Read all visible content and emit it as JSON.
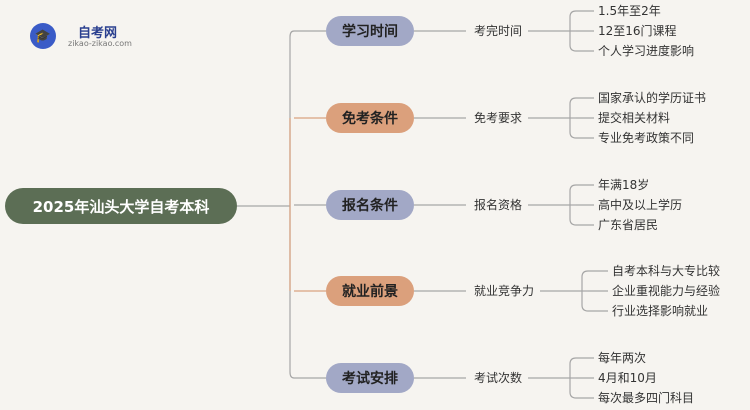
{
  "logo": {
    "icon_name": "graduation-cap-icon",
    "title": "自考网",
    "url_text": "zikao-zikao.com"
  },
  "root": {
    "label": "2025年汕头大学自考本科"
  },
  "colors": {
    "root": "#5c6e55",
    "category_blue": "#a2a8c6",
    "category_orange": "#dba07c",
    "line_gray": "#a6a6a6",
    "line_orange": "#d9a27f"
  },
  "branches": [
    {
      "label": "学习时间",
      "style": "blue",
      "sub": "考完时间",
      "leaves": [
        "1.5年至2年",
        "12至16门课程",
        "个人学习进度影响"
      ]
    },
    {
      "label": "免考条件",
      "style": "orange",
      "sub": "免考要求",
      "leaves": [
        "国家承认的学历证书",
        "提交相关材料",
        "专业免考政策不同"
      ]
    },
    {
      "label": "报名条件",
      "style": "blue",
      "sub": "报名资格",
      "leaves": [
        "年满18岁",
        "高中及以上学历",
        "广东省居民"
      ]
    },
    {
      "label": "就业前景",
      "style": "orange",
      "sub": "就业竞争力",
      "leaves": [
        "自考本科与大专比较",
        "企业重视能力与经验",
        "行业选择影响就业"
      ]
    },
    {
      "label": "考试安排",
      "style": "blue",
      "sub": "考试次数",
      "leaves": [
        "每年两次",
        "4月和10月",
        "每次最多四门科目"
      ]
    }
  ]
}
